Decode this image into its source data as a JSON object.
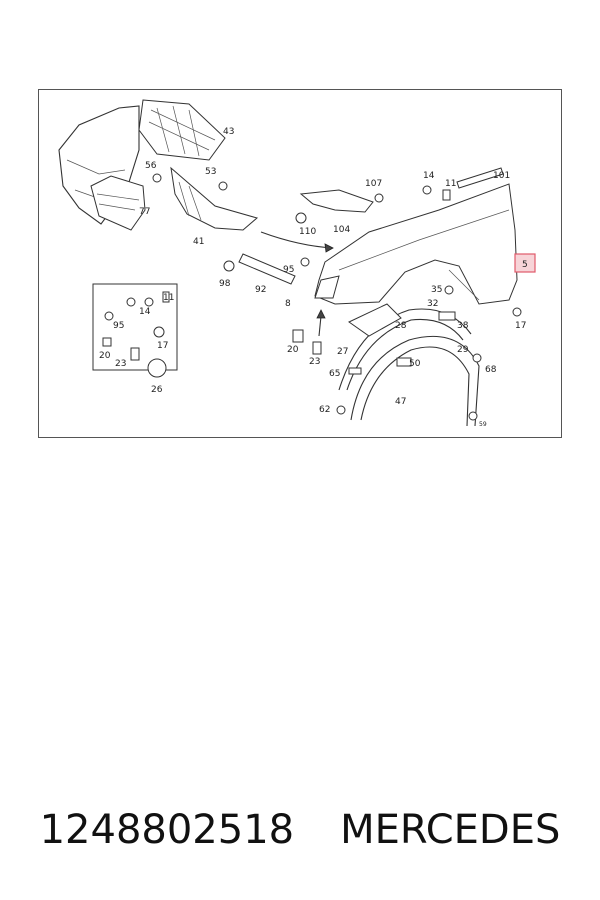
{
  "callouts": {
    "c43": "43",
    "c56": "56",
    "c53": "53",
    "c77": "77",
    "c41": "41",
    "c107": "107",
    "c14a": "14",
    "c11a": "11",
    "c101": "101",
    "c110": "110",
    "c104": "104",
    "c95a": "95",
    "c98": "98",
    "c92": "92",
    "c8": "8",
    "c5": "5",
    "c35": "35",
    "c32": "32",
    "c38": "38",
    "c17a": "17",
    "c28": "28",
    "c20a": "20",
    "c23a": "23",
    "c27": "27",
    "c50": "50",
    "c29": "29",
    "c65": "65",
    "c68": "68",
    "c47": "47",
    "c62": "62",
    "c59": "59",
    "k11": "11",
    "k14": "14",
    "k95": "95",
    "k17": "17",
    "k20": "20",
    "k23": "23",
    "k26": "26"
  },
  "highlight_color": "#e05a6a",
  "caption": {
    "part_number": "1248802518",
    "brand": "MERCEDES"
  }
}
